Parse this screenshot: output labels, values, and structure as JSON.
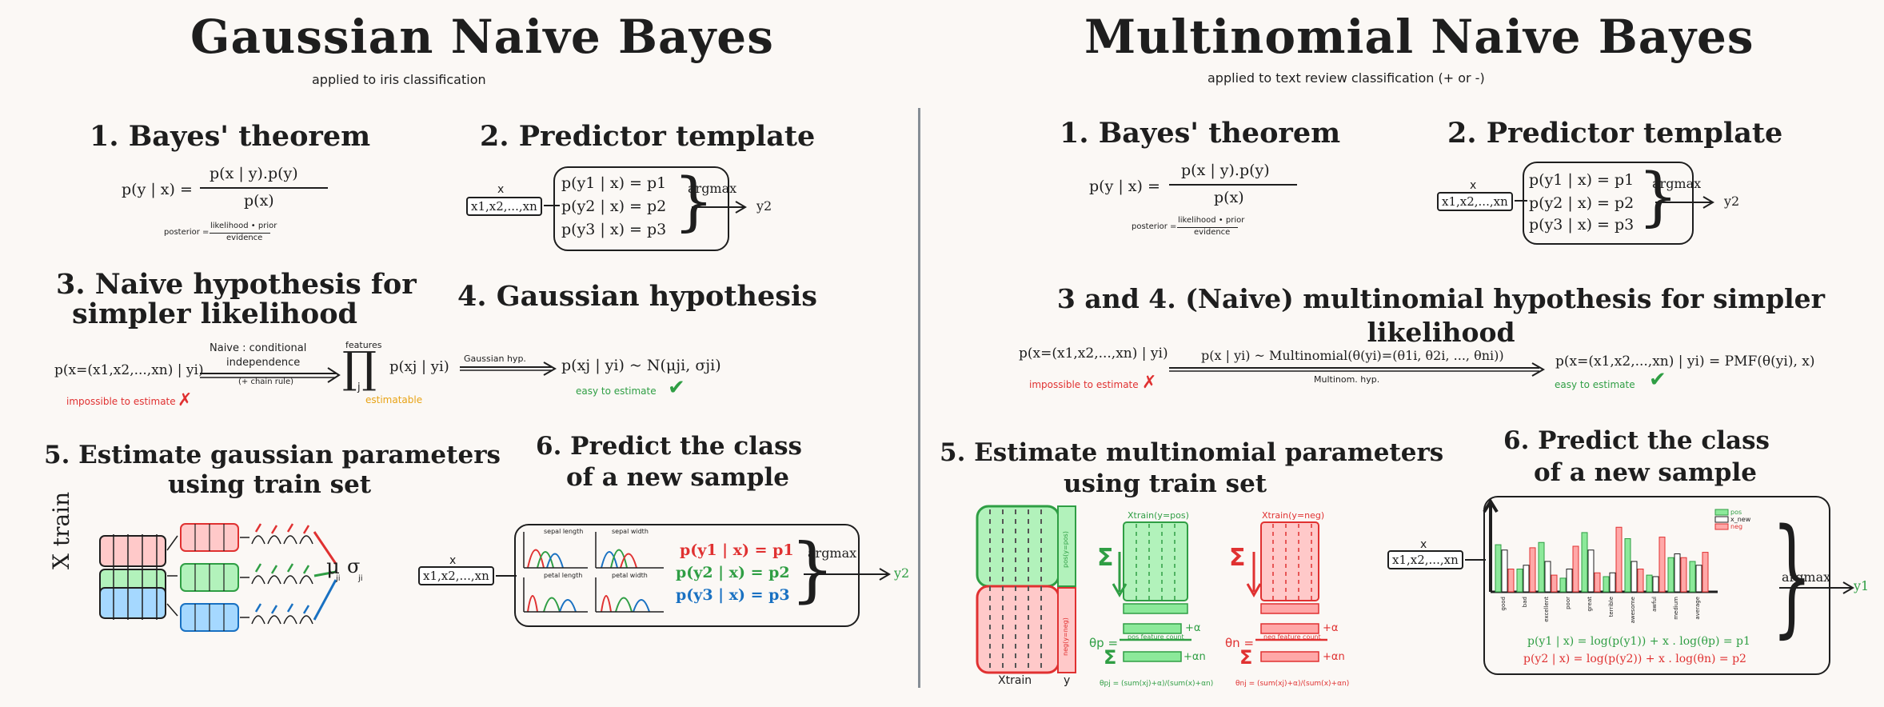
{
  "left": {
    "title": "Gaussian Naive Bayes",
    "subtitle": "applied to iris classification",
    "s1": {
      "heading": "1. Bayes' theorem",
      "lhs": "p(y | x) =",
      "num": "p(x | y).p(y)",
      "den": "p(x)",
      "post_label": "posterior =",
      "post_num": "likelihood • prior",
      "post_den": "evidence"
    },
    "s2": {
      "heading": "2. Predictor template",
      "x": "x",
      "xvec": "x1,x2,...,xn",
      "lines": [
        "p(y1 | x) = p1",
        "p(y2 | x) = p2",
        "p(y3 | x) = p3"
      ],
      "argmax": "argmax",
      "out": "y2"
    },
    "s3": {
      "heading_l1": "3. Naive hypothesis for",
      "heading_l2": "simpler likelihood",
      "lhs": "p(x=(x1,x2,...,xn) | yi)",
      "naive_l1": "Naive : conditional",
      "naive_l2": "independence",
      "chain": "(+ chain rule)",
      "features": "features",
      "prod": "∏",
      "prod_idx": "j",
      "rhs": "p(xj | yi)",
      "impossible": "impossible to estimate",
      "cross": "✗",
      "estimable": "estimatable"
    },
    "s4": {
      "heading": "4. Gaussian hypothesis",
      "arrow_label": "Gaussian hyp.",
      "result": "p(xj | yi) ~ N(μji, σji)",
      "easy": "easy to estimate",
      "check": "✔"
    },
    "s5": {
      "heading_l1": "5. Estimate gaussian parameters",
      "heading_l2": "using train set",
      "xtrain": "X train",
      "mu": "μ",
      "sigma": "σ",
      "mu_sub": "ji",
      "sigma_sub": "ji"
    },
    "s6": {
      "heading_l1": "6. Predict the class",
      "heading_l2": "of a new sample",
      "x": "x",
      "xvec": "x1,x2,...,xn",
      "lines": [
        "p(y1 | x) = p1",
        "p(y2 | x) = p2",
        "p(y3 | x) = p3"
      ],
      "argmax": "argmax",
      "out": "y2",
      "mini_titles": [
        "sepal length",
        "sepal width",
        "petal length",
        "petal width"
      ]
    }
  },
  "right": {
    "title": "Multinomial Naive Bayes",
    "subtitle": "applied to text review classification (+ or -)",
    "s1": {
      "heading": "1. Bayes' theorem",
      "lhs": "p(y | x) =",
      "num": "p(x | y).p(y)",
      "den": "p(x)",
      "post_label": "posterior =",
      "post_num": "likelihood • prior",
      "post_den": "evidence"
    },
    "s2": {
      "heading": "2. Predictor template",
      "x": "x",
      "xvec": "x1,x2,...,xn",
      "lines": [
        "p(y1 | x) = p1",
        "p(y2 | x) = p2",
        "p(y3 | x) = p3"
      ],
      "argmax": "argmax",
      "out": "y2"
    },
    "s34": {
      "heading": "3 and 4. (Naive) multinomial hypothesis for simpler likelihood",
      "lhs": "p(x=(x1,x2,...,xn) | yi)",
      "mid": "p(x | yi) ~ Multinomial(θ(yi)=(θ1i, θ2i, ..., θni))",
      "arrow_label": "Multinom. hyp.",
      "rhs": "p(x=(x1,x2,...,xn) | yi) = PMF(θ(yi), x)",
      "impossible": "impossible to estimate",
      "cross": "✗",
      "easy": "easy to estimate",
      "check": "✔"
    },
    "s5": {
      "heading_l1": "5. Estimate multinomial parameters",
      "heading_l2": "using train set",
      "xtrain_pos": "Xtrain(y=pos)",
      "xtrain_neg": "Xtrain(y=neg)",
      "xtrain": "Xtrain",
      "y": "y",
      "pos_vert": "pos(y=pos)",
      "neg_vert": "neg(y=neg)",
      "theta_p": "θp =",
      "theta_n": "θn =",
      "plus_alpha": "+α",
      "plus_alpha_n": "+αn",
      "pos_count": "pos feature count",
      "neg_count": "neg feature count",
      "pos_formula": "θpj = (sum(xj)+α)/(sum(x)+αn)",
      "neg_formula": "θnj = (sum(xj)+α)/(sum(x)+αn)"
    },
    "s6": {
      "heading_l1": "6. Predict the class",
      "heading_l2": "of a new sample",
      "x": "x",
      "xvec": "x1,x2,...,xn",
      "argmax": "argmax",
      "out": "y1",
      "legend": [
        "pos",
        "x_new",
        "neg"
      ],
      "words": [
        "good",
        "bad",
        "excellent",
        "poor",
        "great",
        "terrible",
        "awesome",
        "awful",
        "medium",
        "average"
      ],
      "eq1": "p(y1 | x) = log(p(y1)) + x . log(θp) = p1",
      "eq2": "p(y2 | x) = log(p(y2)) + x . log(θn) = p2"
    }
  },
  "chart_data": {
    "type": "bar",
    "categories": [
      "good",
      "bad",
      "excellent",
      "poor",
      "great",
      "terrible",
      "awesome",
      "awful",
      "medium",
      "average"
    ],
    "series": [
      {
        "name": "pos",
        "values": [
          0.62,
          0.3,
          0.65,
          0.18,
          0.78,
          0.2,
          0.7,
          0.22,
          0.45,
          0.4
        ]
      },
      {
        "name": "x_new",
        "values": [
          0.55,
          0.35,
          0.4,
          0.3,
          0.55,
          0.25,
          0.4,
          0.2,
          0.5,
          0.35
        ]
      },
      {
        "name": "neg",
        "values": [
          0.3,
          0.58,
          0.22,
          0.6,
          0.25,
          0.85,
          0.3,
          0.72,
          0.45,
          0.52
        ]
      }
    ],
    "colors": {
      "pos": "#8ce99a",
      "x_new": "#ffffff",
      "neg": "#ffa8a8"
    }
  }
}
